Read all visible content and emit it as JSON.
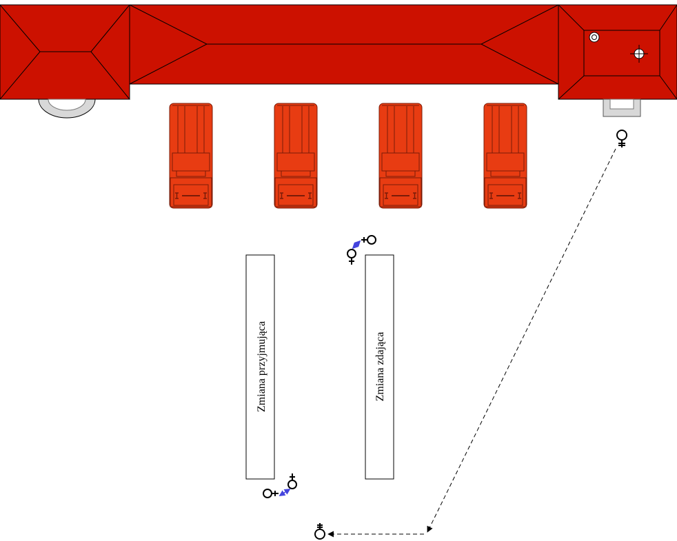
{
  "colors": {
    "roof": "#cc1100",
    "truck_body": "#e83c12",
    "truck_outline": "#7a1b08",
    "outline": "#000000",
    "arrow_blue": "#4444dd",
    "canopy_gray": "#d8d8d8"
  },
  "labels": {
    "receiving_shift": "Zmiana przyjmująca",
    "handing_over_shift": "Zmiana zdająca"
  },
  "icons": [
    "building-roof-icon",
    "fire-truck-icon",
    "person-icon",
    "movement-arrow-icon"
  ],
  "trucks": [
    {
      "id": "truck-1"
    },
    {
      "id": "truck-2"
    },
    {
      "id": "truck-3"
    },
    {
      "id": "truck-4"
    }
  ]
}
